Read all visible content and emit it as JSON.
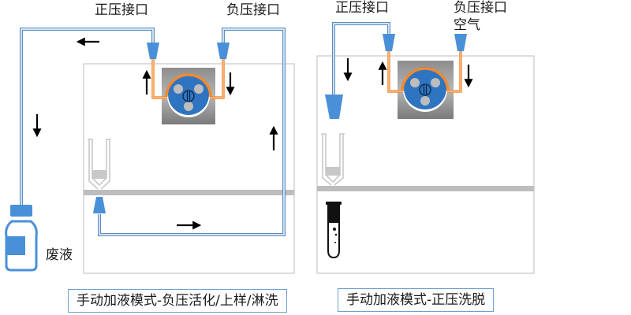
{
  "left_panel": {
    "positive_port_label": "正压接口",
    "negative_port_label": "负压接口",
    "waste_label": "废液",
    "caption": "手动加液模式-负压活化/上样/淋洗"
  },
  "right_panel": {
    "positive_port_label": "正压接口",
    "negative_port_label": "负压接口",
    "air_label": "空气",
    "caption": "手动加液模式-正压洗脱"
  },
  "colors": {
    "tube_blue": "#5b8fc4",
    "connector_blue": "#4a90d9",
    "pump_orange": "#f08a30",
    "rotor_blue": "#2f74c0",
    "frame_gray": "#c8c8c8",
    "shelf_gray": "#bdbdbd",
    "caption_border": "#6f9fd0"
  }
}
